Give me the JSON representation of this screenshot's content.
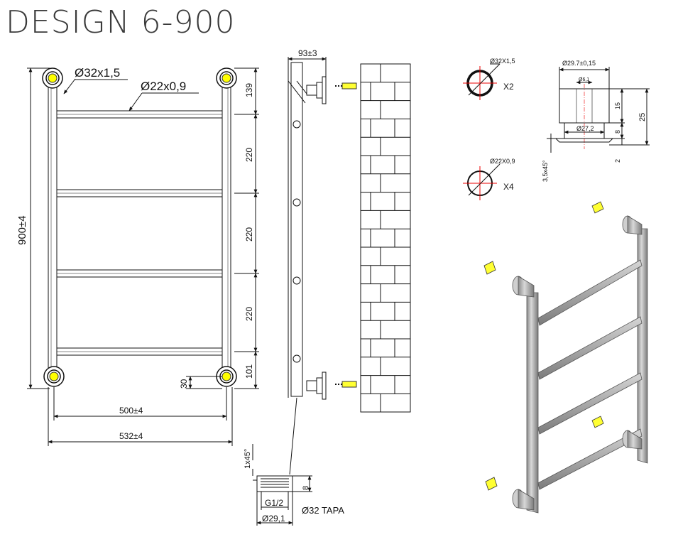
{
  "title": "DESIGN 6-900",
  "front_view": {
    "label_main_pipe": "Ø32x1,5",
    "label_bar": "Ø22x0,9",
    "height": "900±4",
    "d_top": "139",
    "d_mid1": "220",
    "d_mid2": "220",
    "d_mid3": "220",
    "d_bottom": "101",
    "d_outlet": "30",
    "width_inner": "500±4",
    "width_outer": "532±4"
  },
  "side_view": {
    "depth": "93±3",
    "chamfer": "1x45°",
    "cap_height": "8",
    "thread": "G1/2",
    "cap_diameter": "Ø29,1",
    "cap_label": "Ø32 TAPA"
  },
  "sections": {
    "large_label": "Ø32X1,5",
    "large_qty": "X2",
    "small_label": "Ø22X0,9",
    "small_qty": "X4"
  },
  "bracket": {
    "outer_d": "Ø29.7±0,15",
    "inner_d": "Ø6,1",
    "base_d": "Ø27,2",
    "h1": "15",
    "h2": "8",
    "h3": "2",
    "total": "25",
    "chamfer": "3,5x45°"
  }
}
